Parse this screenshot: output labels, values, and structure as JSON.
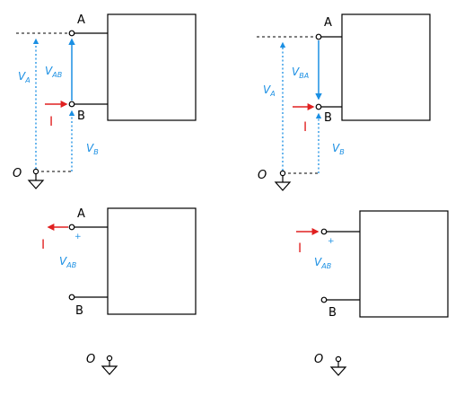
{
  "colors": {
    "voltage_arrow": "#1a8fe3",
    "current_arrow": "#e02020",
    "wire": "#000000"
  },
  "labels": {
    "node_a": "A",
    "node_b": "B",
    "origin": "O",
    "current": "I",
    "plus": "+",
    "v_main": "V",
    "sub_a": "A",
    "sub_b": "B",
    "sub_ab": "AB",
    "sub_ba": "BA"
  },
  "icons": [
    "ground-icon",
    "terminal-icon",
    "arrow-icon"
  ]
}
